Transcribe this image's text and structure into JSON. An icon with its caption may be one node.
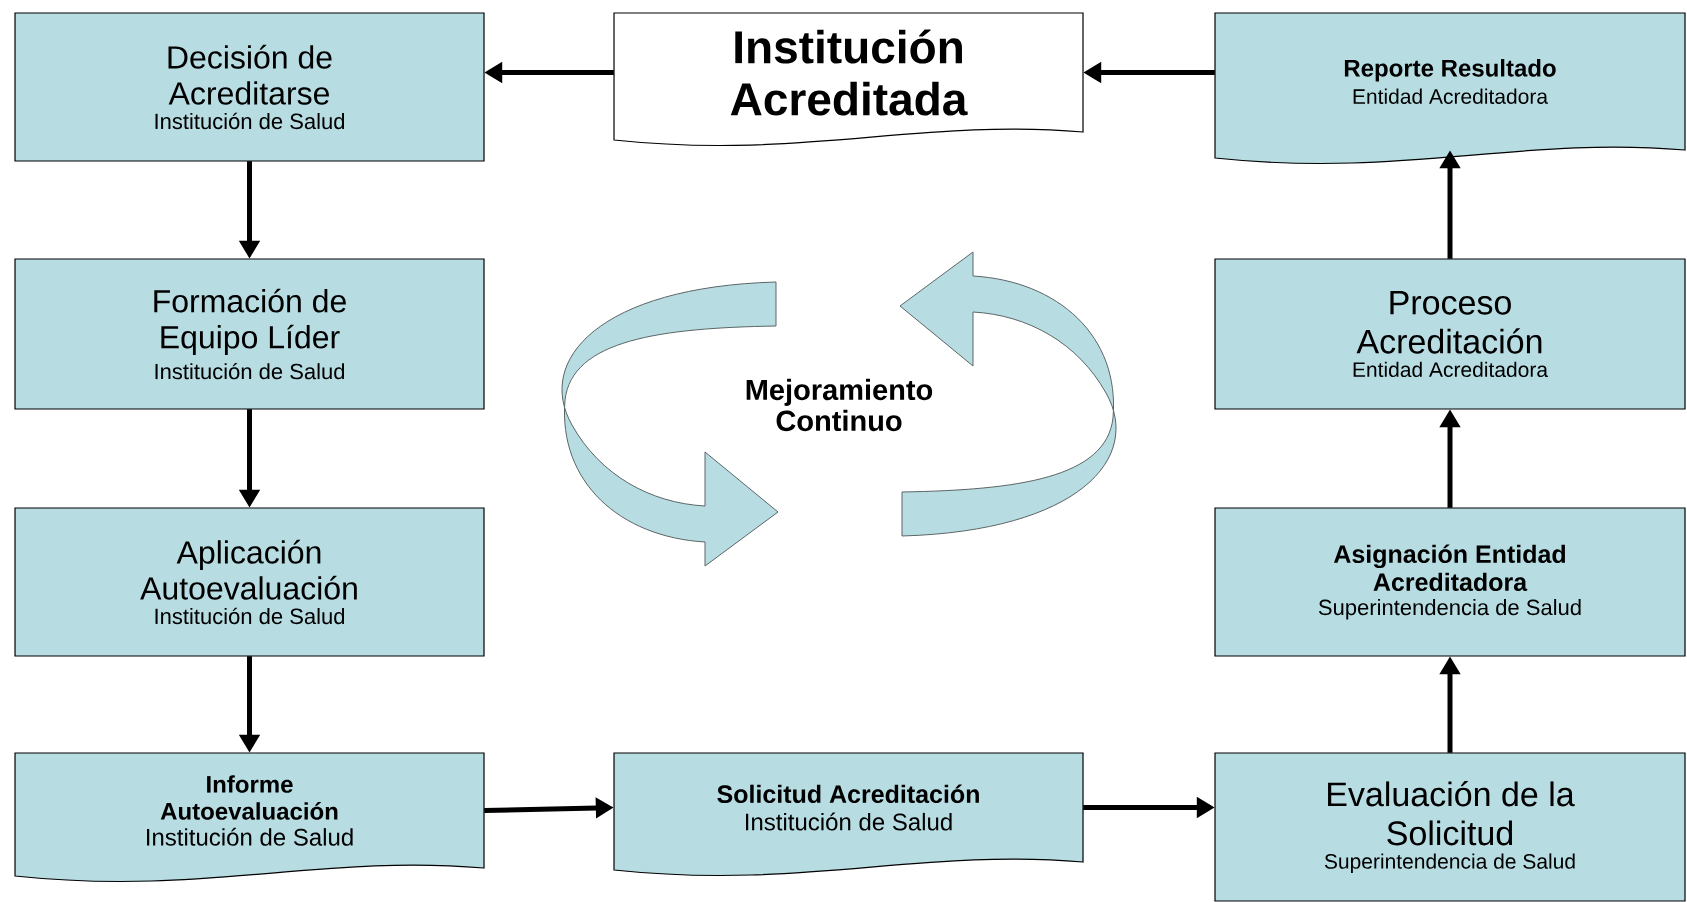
{
  "diagram": {
    "nodes": [
      {
        "text": [
          "Decisión de Acreditarse",
          "Institución de Salud"
        ]
      },
      {
        "text": [
          "Institución Acreditada"
        ]
      },
      {
        "text": [
          "Reporte Resultado",
          "Entidad Acreditadora"
        ]
      },
      {
        "text": [
          "Formación de Equipo Líder",
          "Institución de Salud"
        ]
      },
      {
        "text": [
          "Proceso Acreditación",
          "Entidad Acreditadora"
        ]
      },
      {
        "text": [
          "Aplicación Autoevaluación",
          "Institución de Salud"
        ]
      },
      {
        "text": [
          "Asignación Entidad Acreditadora",
          "Superintendencia de Salud"
        ]
      },
      {
        "text": [
          "Informe Autoevaluación",
          "Institución de Salud"
        ]
      },
      {
        "text": [
          "Solicitud Acreditación",
          "Institución de Salud"
        ]
      },
      {
        "text": [
          "Evaluación de la Solicitud",
          "Superintendencia de Salud"
        ]
      }
    ],
    "edges": [
      {
        "from": 0,
        "to": 3,
        "arrow": "to"
      },
      {
        "from": 3,
        "to": 5,
        "arrow": "to"
      },
      {
        "from": 5,
        "to": 7,
        "arrow": "to"
      },
      {
        "from": 7,
        "to": 8,
        "arrow": "to"
      },
      {
        "from": 8,
        "to": 9,
        "arrow": "to"
      },
      {
        "from": 9,
        "to": 6,
        "arrow": "to"
      },
      {
        "from": 6,
        "to": 4,
        "arrow": "to"
      },
      {
        "from": 4,
        "to": 2,
        "arrow": "to"
      },
      {
        "from": 2,
        "to": 1,
        "arrow": "to"
      },
      {
        "from": 1,
        "to": 0,
        "arrow": "to"
      }
    ],
    "labels": [
      "Mejoramiento Continuo"
    ]
  }
}
